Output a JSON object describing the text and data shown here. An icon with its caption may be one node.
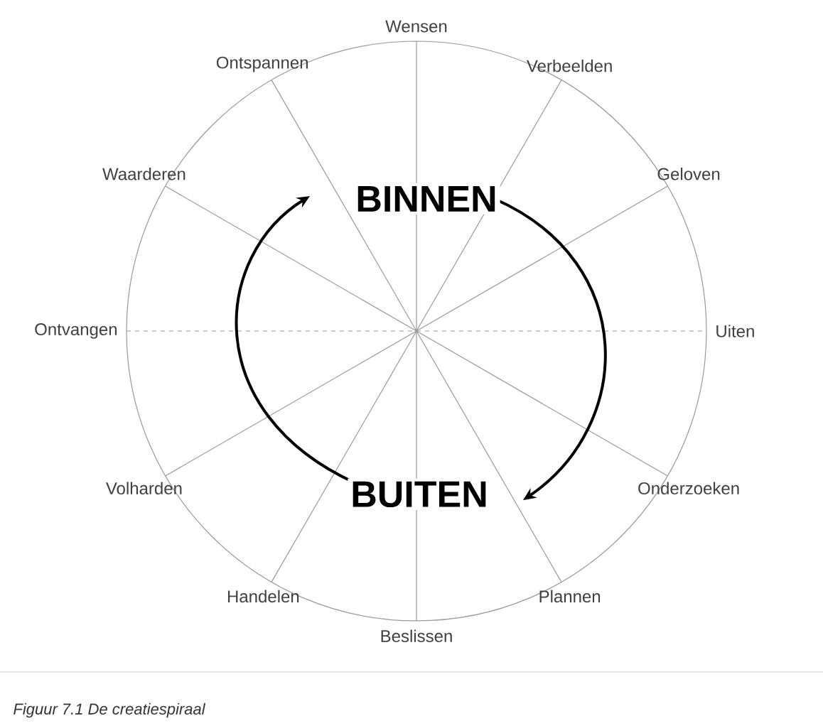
{
  "diagram": {
    "caption": "Figuur 7.1 De creatiespiraal",
    "labels": [
      "Wensen",
      "Verbeelden",
      "Geloven",
      "Uiten",
      "Onderzoeken",
      "Plannen",
      "Beslissen",
      "Handelen",
      "Volharden",
      "Ontvangen",
      "Waarderen",
      "Ontspannen",
      "BINNEN",
      "BUITEN"
    ]
  }
}
